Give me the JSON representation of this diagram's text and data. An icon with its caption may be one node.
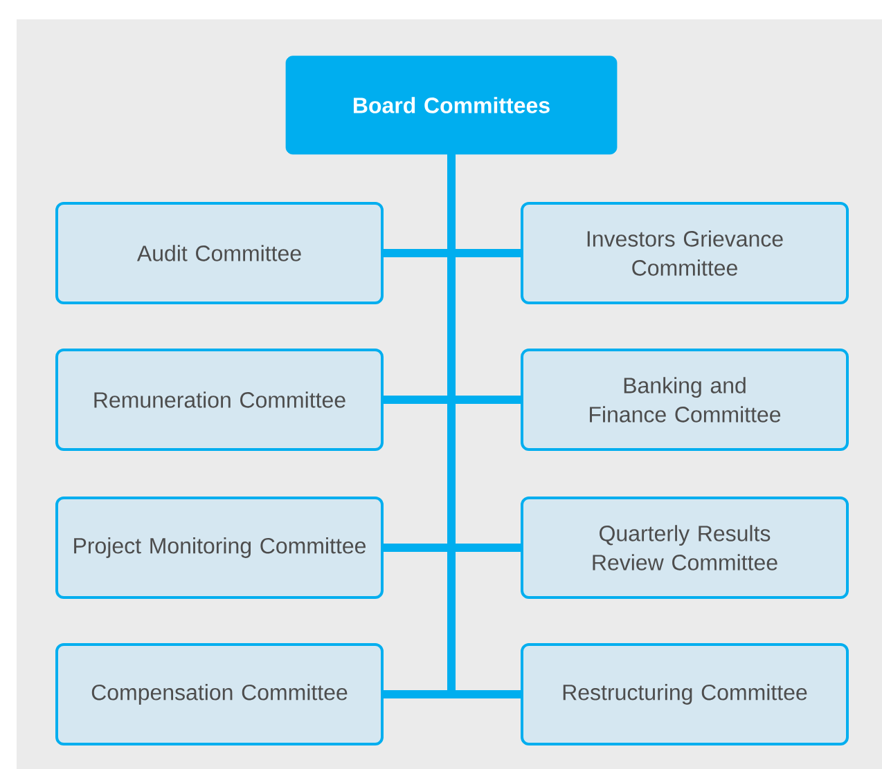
{
  "diagram": {
    "nodes": [
      {
        "text": [
          "Board Committees"
        ]
      },
      {
        "text": [
          "Audit Committee"
        ]
      },
      {
        "text": [
          "Investors Grievance Committee"
        ]
      },
      {
        "text": [
          "Remuneration Committee"
        ]
      },
      {
        "text": [
          "Banking and Finance Committee"
        ]
      },
      {
        "text": [
          "Project Monitoring Committee"
        ]
      },
      {
        "text": [
          "Quarterly Results Review Committee"
        ]
      },
      {
        "text": [
          "Compensation Committee"
        ]
      },
      {
        "text": [
          "Restructuring Committee"
        ]
      }
    ],
    "edges": [
      {
        "from": 0,
        "to": 1,
        "arrow": "none"
      },
      {
        "from": 0,
        "to": 2,
        "arrow": "none"
      },
      {
        "from": 0,
        "to": 3,
        "arrow": "none"
      },
      {
        "from": 0,
        "to": 4,
        "arrow": "none"
      },
      {
        "from": 0,
        "to": 5,
        "arrow": "none"
      },
      {
        "from": 0,
        "to": 6,
        "arrow": "none"
      },
      {
        "from": 0,
        "to": 7,
        "arrow": "none"
      },
      {
        "from": 0,
        "to": 8,
        "arrow": "none"
      }
    ]
  }
}
